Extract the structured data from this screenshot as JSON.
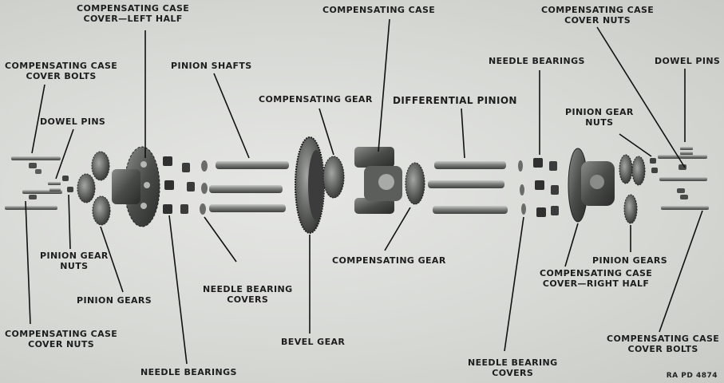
{
  "labels": {
    "cover_left": [
      "COMPENSATING CASE",
      "COVER—LEFT HALF"
    ],
    "comp_case": "COMPENSATING CASE",
    "cover_nuts_top": [
      "COMPENSATING CASE",
      "COVER NUTS"
    ],
    "cover_bolts_left": [
      "COMPENSATING CASE",
      "COVER BOLTS"
    ],
    "pinion_shafts": "PINION SHAFTS",
    "needle_bearings_top": "NEEDLE BEARINGS",
    "dowel_pins_right": "DOWEL PINS",
    "comp_gear_top": "COMPENSATING GEAR",
    "diff_pinion": "DIFFERENTIAL PINION",
    "pinion_gear_nuts_right": [
      "PINION GEAR",
      "NUTS"
    ],
    "dowel_pins_left": "DOWEL PINS",
    "pinion_gear_nuts_left": [
      "PINION GEAR",
      "NUTS"
    ],
    "comp_gear_bottom": "COMPENSATING GEAR",
    "pinion_gears_right": "PINION GEARS",
    "pinion_gears_left": "PINION GEARS",
    "needle_bearing_covers_left": [
      "NEEDLE BEARING",
      "COVERS"
    ],
    "cover_right": [
      "COMPENSATING CASE",
      "COVER—RIGHT HALF"
    ],
    "cover_nuts_bottom": [
      "COMPENSATING CASE",
      "COVER NUTS"
    ],
    "bevel_gear": "BEVEL GEAR",
    "cover_bolts_right": [
      "COMPENSATING CASE",
      "COVER BOLTS"
    ],
    "needle_bearings_bottom": "NEEDLE BEARINGS",
    "needle_bearing_covers_right": [
      "NEEDLE BEARING",
      "COVERS"
    ]
  },
  "figure_mark": "RA PD 4874",
  "colors": {
    "ink": "#1d1d1d",
    "metal_dark": "#3a3b3a",
    "metal_mid": "#6f716f",
    "metal_light": "#a9aba8"
  }
}
